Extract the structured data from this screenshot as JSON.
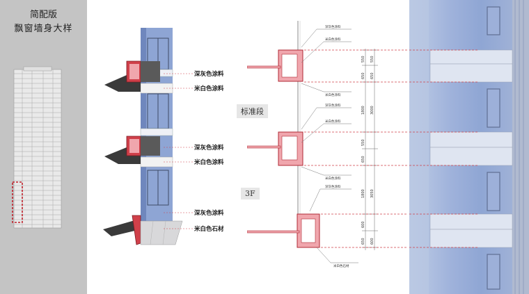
{
  "title": {
    "line1": "简配版",
    "line2": "飘窗墙身大样"
  },
  "axon_labels": {
    "dark_grey_paint_1": "深灰色涂料",
    "rice_white_paint_1": "米白色涂料",
    "dark_grey_paint_2": "深灰色涂料",
    "rice_white_paint_2": "米白色涂料",
    "dark_grey_paint_3": "深灰色涂料",
    "rice_white_stone": "米白色石材"
  },
  "segment_labels": {
    "standard": "标准段",
    "floor3": "3F"
  },
  "section_notes": {
    "n1": "深灰色涂料",
    "n2": "米白色涂料",
    "n3": "米白色涂料",
    "n4": "深灰色涂料",
    "n5": "米白色涂料",
    "n6": "米白色涂料",
    "n7": "深灰色涂料",
    "n8": "米白色石材"
  },
  "dimensions": {
    "d1": "550",
    "d2": "550",
    "d3": "650",
    "d4": "650",
    "d5": "1800",
    "d6": "3000",
    "d7": "550",
    "d8": "650",
    "d9": "1800",
    "d10": "3050",
    "d11": "600",
    "d12": "650",
    "d13": "600"
  },
  "colors": {
    "accent_red": "#d0404a",
    "bay_pink": "#f0a6ad",
    "dark_grey": "#4a4a4a",
    "glass_blue": "#8fa6d4",
    "panel_grey": "#c4c4c4"
  }
}
